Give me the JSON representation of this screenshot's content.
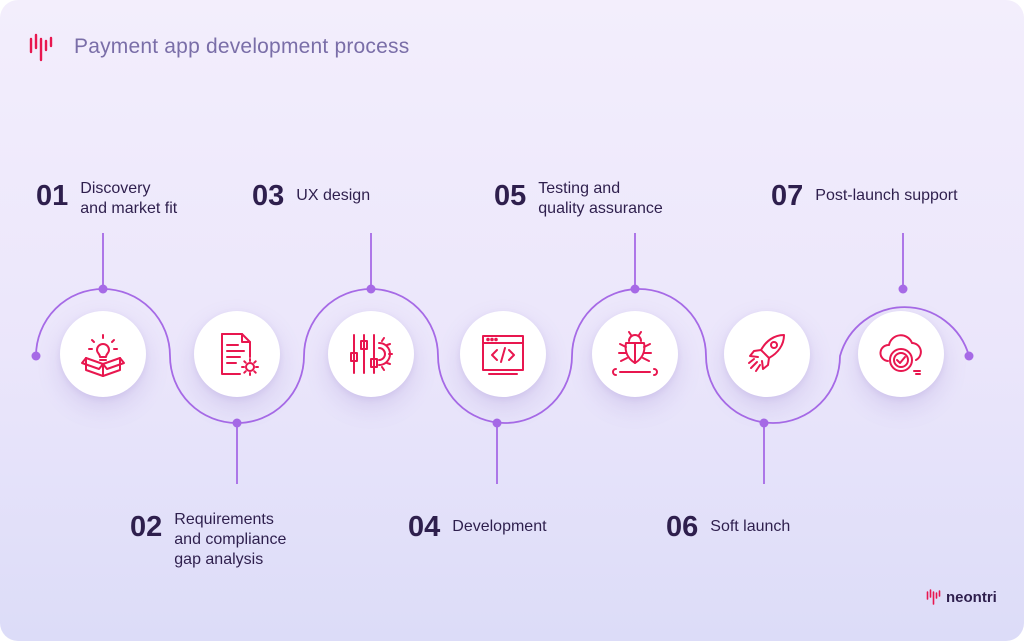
{
  "header": {
    "title": "Payment app development process",
    "logo_icon": "neontri-mark-icon"
  },
  "colors": {
    "accent": "#e8174f",
    "line": "#a66ae6",
    "text": "#2e1f4d",
    "title": "#7a6ea8"
  },
  "steps": [
    {
      "num": "01",
      "label": "Discovery\nand market fit",
      "icon": "lightbulb-box-icon"
    },
    {
      "num": "02",
      "label": "Requirements\nand compliance\ngap analysis",
      "icon": "document-gear-icon"
    },
    {
      "num": "03",
      "label": "UX design",
      "icon": "sliders-gear-icon"
    },
    {
      "num": "04",
      "label": "Development",
      "icon": "code-window-icon"
    },
    {
      "num": "05",
      "label": "Testing and\nquality assurance",
      "icon": "bug-wrench-icon"
    },
    {
      "num": "06",
      "label": "Soft launch",
      "icon": "rocket-icon"
    },
    {
      "num": "07",
      "label": "Post-launch support",
      "icon": "cloud-check-icon"
    }
  ],
  "brand": {
    "name": "neontri"
  }
}
